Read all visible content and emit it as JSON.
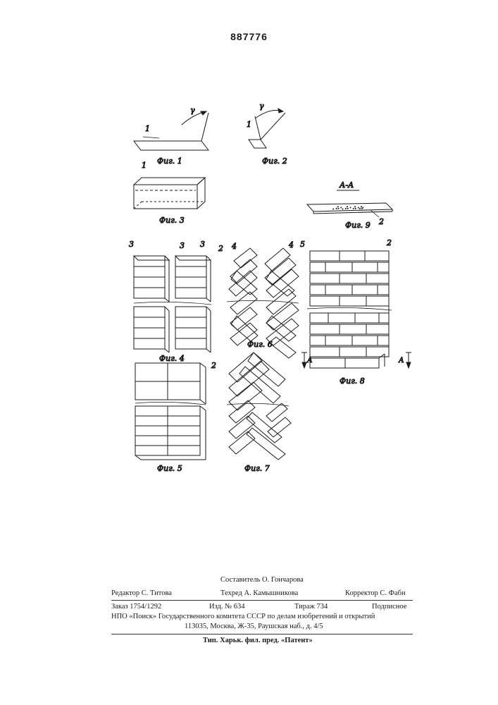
{
  "header": {
    "patent_number": "887776"
  },
  "figures": {
    "fig1": "Фиг. 1",
    "fig2": "Фиг. 2",
    "fig3": "Фиг. 3",
    "fig4": "Фиг. 4",
    "fig5": "Фиг. 5",
    "fig6": "Фиг. 6",
    "fig7": "Фиг. 7",
    "fig8": "Фиг. 8",
    "fig9": "Фиг. 9",
    "section_label": "А-А",
    "section_mark": "А",
    "callouts": {
      "n1": "1",
      "n2": "2",
      "n3": "3",
      "n4": "4",
      "n5": "5",
      "angle": "γ"
    }
  },
  "imprint": {
    "compiler": "Составитель О. Гончарова",
    "editor": "Редактор С. Титова",
    "tech_editor": "Техред А. Камышникова",
    "corrector": "Корректор С. Фабн",
    "order": "Заказ 1754/1292",
    "issue": "Изд. № 634",
    "circulation": "Тираж 734",
    "subscription": "Подписное",
    "org_line": "НПО «Поиск» Государственного комитета СССР по делам изобретений и открытий",
    "address": "113035, Москва, Ж-35, Раушская наб., д. 4/5",
    "printer": "Тип. Харьк. фил. пред. «Патент»"
  }
}
